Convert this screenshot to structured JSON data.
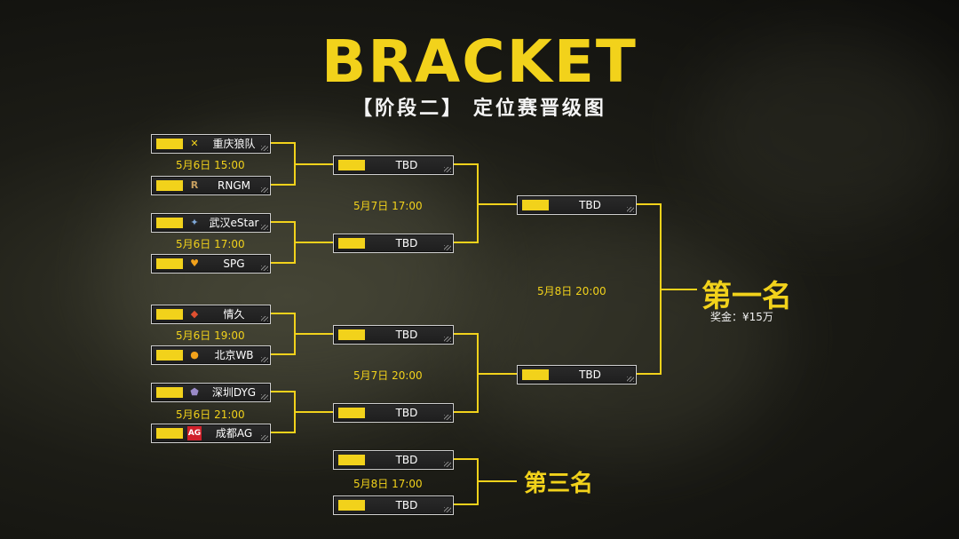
{
  "header": {
    "title": "BRACKET",
    "subtitle": "【阶段二】 定位赛晋级图"
  },
  "round1": {
    "matches": [
      {
        "team_a": "重庆狼队",
        "date": "5月6日 15:00",
        "team_b": "RNGM"
      },
      {
        "team_a": "武汉eStar",
        "date": "5月6日 17:00",
        "team_b": "SPG"
      },
      {
        "team_a": "情久",
        "date": "5月6日 19:00",
        "team_b": "北京WB"
      },
      {
        "team_a": "深圳DYG",
        "date": "5月6日 21:00",
        "team_b": "成都AG"
      }
    ]
  },
  "round2": {
    "slots": [
      "TBD",
      "TBD",
      "TBD",
      "TBD"
    ],
    "dates": [
      "5月7日 17:00",
      "5月7日 20:00"
    ]
  },
  "final": {
    "slots": [
      "TBD",
      "TBD"
    ],
    "date": "5月8日 20:00",
    "place_label": "第一名",
    "prize": "奖金：¥15万"
  },
  "third_place": {
    "slots": [
      "TBD",
      "TBD"
    ],
    "date": "5月8日 17:00",
    "place_label": "第三名"
  },
  "colors": {
    "accent": "#f2d21b",
    "box_border": "#cfcfcf",
    "background": "#1c1c16"
  },
  "icons": {
    "team_logos": [
      "wolves-logo",
      "rng-logo",
      "estar-logo",
      "spg-logo",
      "qingjiu-logo",
      "wb-logo",
      "dyg-logo",
      "ag-logo"
    ]
  }
}
